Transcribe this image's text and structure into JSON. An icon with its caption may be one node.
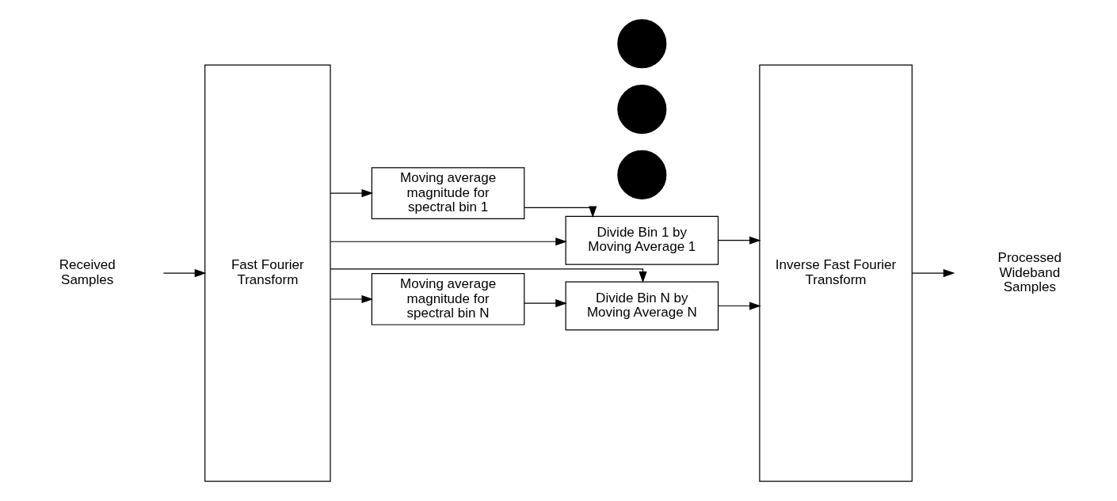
{
  "diagram": {
    "nodes": [
      {
        "text": [
          "Received Samples"
        ]
      },
      {
        "text": [
          "Fast Fourier Transform"
        ]
      },
      {
        "text": [
          "Moving average magnitude for spectral bin 1"
        ]
      },
      {
        "text": [
          "Divide Bin 1 by Moving Average 1"
        ]
      },
      {
        "text": [],
        "shape": "circle"
      },
      {
        "text": [],
        "shape": "circle"
      },
      {
        "text": [],
        "shape": "circle"
      },
      {
        "text": [
          "Moving average magnitude for spectral bin N"
        ]
      },
      {
        "text": [
          "Divide Bin N by Moving Average N"
        ]
      },
      {
        "text": [
          "Inverse Fast Fourier Transform"
        ]
      },
      {
        "text": [
          "Processed Wideband Samples"
        ]
      }
    ],
    "edges": [
      {
        "from": 0,
        "to": 1,
        "arrow": "to"
      },
      {
        "from": 1,
        "to": 2,
        "arrow": "to"
      },
      {
        "from": 1,
        "to": 3,
        "arrow": "to"
      },
      {
        "from": 2,
        "to": 3,
        "arrow": "to"
      },
      {
        "from": 3,
        "to": 9,
        "arrow": "to"
      },
      {
        "from": 1,
        "to": 7,
        "arrow": "to"
      },
      {
        "from": 1,
        "to": 8,
        "arrow": "to"
      },
      {
        "from": 7,
        "to": 8,
        "arrow": "to"
      },
      {
        "from": 8,
        "to": 9,
        "arrow": "to"
      },
      {
        "from": 9,
        "to": 10,
        "arrow": "to"
      }
    ]
  }
}
